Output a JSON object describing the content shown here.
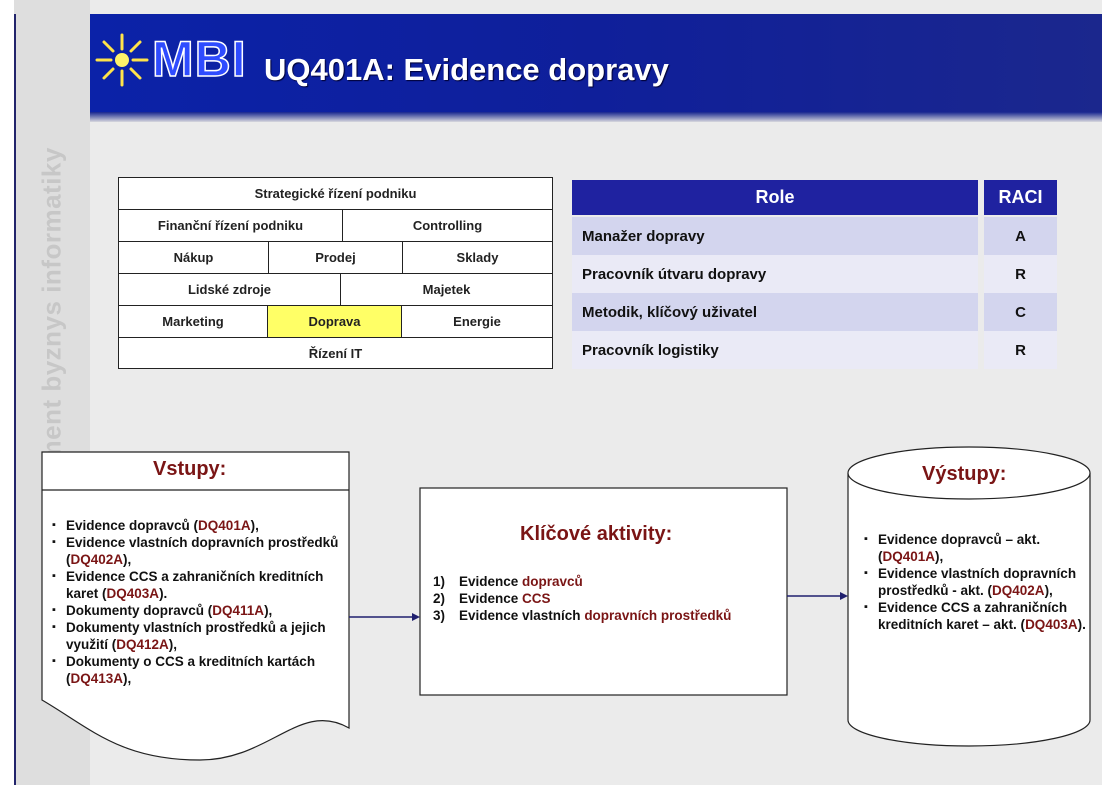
{
  "sidebar": {
    "vertical_label": "MBI – Management byznys informatiky"
  },
  "header": {
    "logo_text": "MBI",
    "title": "UQ401A: Evidence dopravy"
  },
  "process_grid": {
    "top": "Strategické řízení podniku",
    "row2": [
      "Finanční řízení podniku",
      "Controlling"
    ],
    "row3": [
      "Nákup",
      "Prodej",
      "Sklady"
    ],
    "row4": [
      "Lidské zdroje",
      "Majetek"
    ],
    "row5": [
      "Marketing",
      "Doprava",
      "Energie"
    ],
    "bottom": "Řízení IT",
    "highlight_color": "#ffff66"
  },
  "raci": {
    "header_role": "Role",
    "header_raci": "RACI",
    "header_color": "#1f22a0",
    "rows": [
      {
        "role": "Manažer dopravy",
        "value": "A"
      },
      {
        "role": "Pracovník útvaru dopravy",
        "value": "R"
      },
      {
        "role": "Metodik, klíčový uživatel",
        "value": "C"
      },
      {
        "role": "Pracovník logistiky",
        "value": "R"
      }
    ]
  },
  "inputs": {
    "heading": "Vstupy:",
    "items": [
      {
        "text": "Evidence dopravců (",
        "code": "DQ401A",
        "tail": "),"
      },
      {
        "text": "Evidence vlastních dopravních prostředků (",
        "code": "DQ402A",
        "tail": "),"
      },
      {
        "text": "Evidence CCS a zahraničních kreditních karet (",
        "code": "DQ403A",
        "tail": ")."
      },
      {
        "text": "Dokumenty dopravců (",
        "code": "DQ411A",
        "tail": "),"
      },
      {
        "text": "Dokumenty vlastních prostředků a jejich využití (",
        "code": "DQ412A",
        "tail": "),"
      },
      {
        "text": "Dokumenty o CCS a kreditních kartách (",
        "code": "DQ413A",
        "tail": "),"
      }
    ]
  },
  "activities": {
    "heading": "Klíčové aktivity:",
    "items": [
      {
        "num": "1)",
        "text": "Evidence ",
        "highlight": "dopravců"
      },
      {
        "num": "2)",
        "text": "Evidence ",
        "highlight": "CCS"
      },
      {
        "num": "3)",
        "text": "Evidence vlastních ",
        "highlight": "dopravních prostředků"
      }
    ]
  },
  "outputs": {
    "heading": "Výstupy:",
    "items": [
      {
        "text": "Evidence dopravců – akt. (",
        "code": "DQ401A",
        "tail": "),"
      },
      {
        "text": "Evidence vlastních dopravních prostředků - akt. (",
        "code": "DQ402A",
        "tail": "),"
      },
      {
        "text": "Evidence CCS a zahraničních kreditních karet – akt. (",
        "code": "DQ403A",
        "tail": ")."
      }
    ]
  },
  "colors": {
    "code_red": "#7a1515",
    "arrow": "#1f1f6e"
  }
}
